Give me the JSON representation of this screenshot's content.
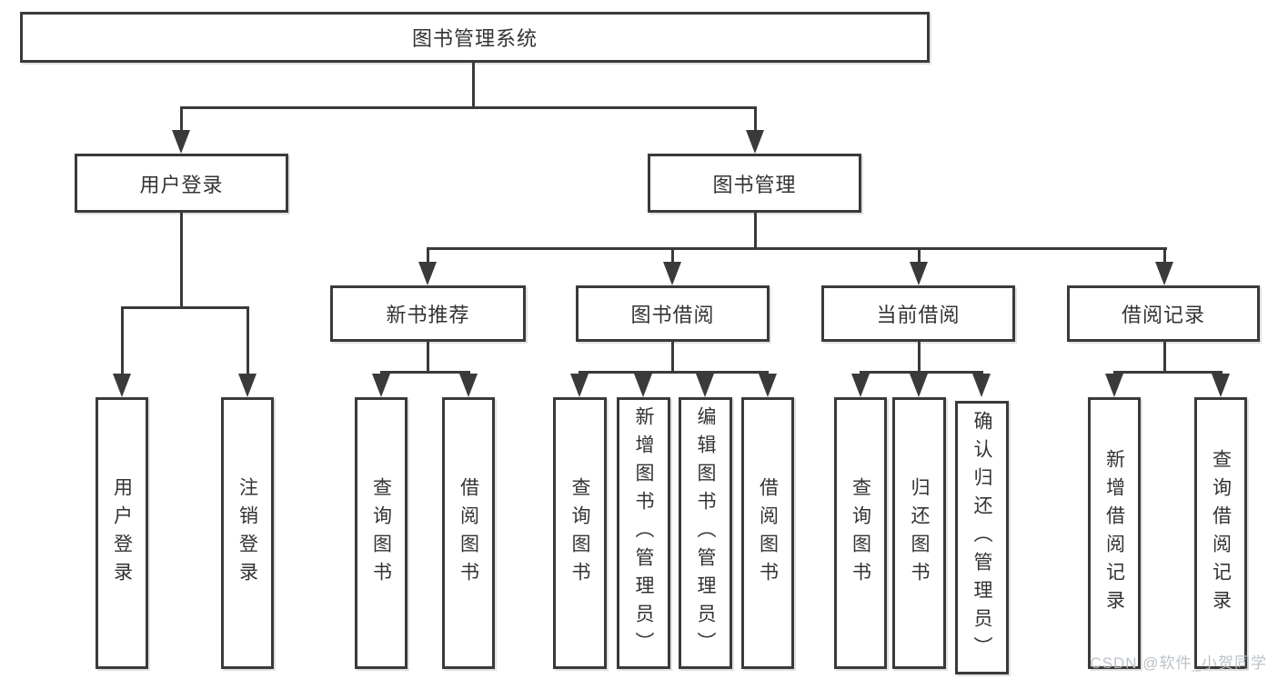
{
  "root": {
    "label": "图书管理系统"
  },
  "level2": {
    "user_login": "用户登录",
    "book_management": "图书管理"
  },
  "level3": {
    "new_book_recommend": "新书推荐",
    "book_borrow": "图书借阅",
    "current_borrow": "当前借阅",
    "borrow_records": "借阅记录"
  },
  "leaves": {
    "user_login": [
      "用户登录",
      "注销登录"
    ],
    "new_book_recommend": [
      "查询图书",
      "借阅图书"
    ],
    "book_borrow": [
      "查询图书",
      "新增图书（管理员）",
      "编辑图书（管理员）",
      "借阅图书"
    ],
    "current_borrow": [
      "查询图书",
      "归还图书",
      "确认归还（管理员）"
    ],
    "borrow_records": [
      "新增借阅记录",
      "查询借阅记录"
    ]
  },
  "watermark": "CSDN @软件_小贺同学",
  "colors": {
    "line": "#3a3a3a",
    "text": "#333333",
    "watermark": "#b9bec6",
    "background": "#ffffff"
  }
}
